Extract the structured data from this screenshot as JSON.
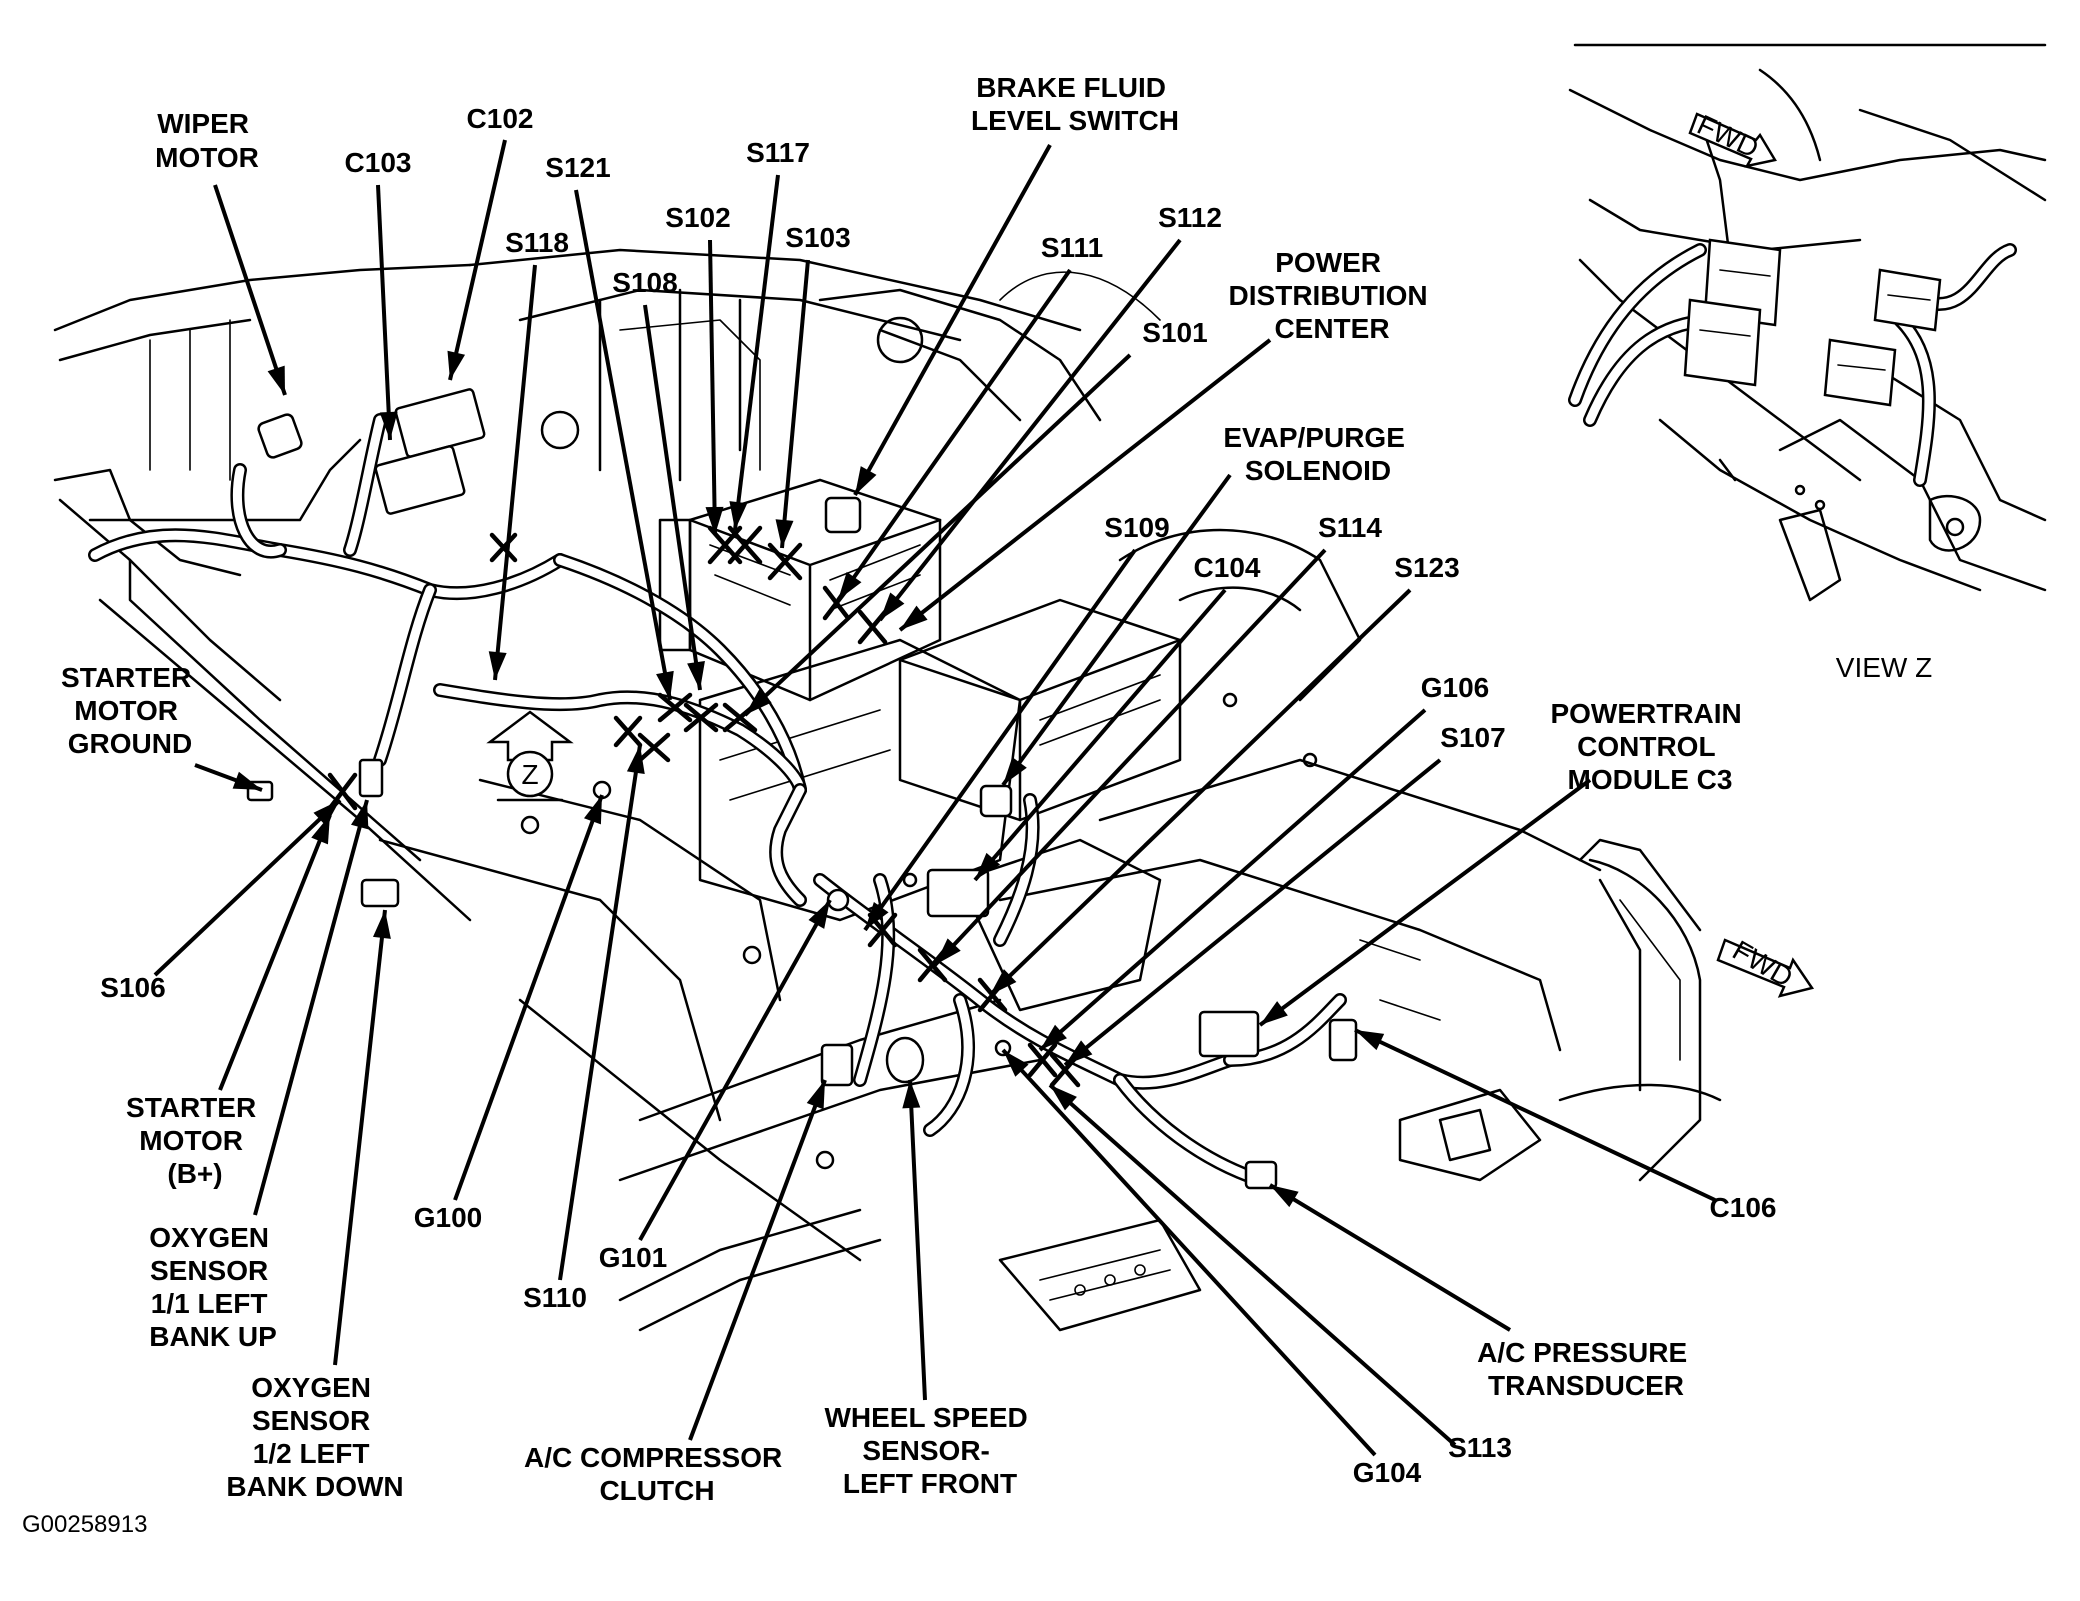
{
  "figure_id": "G00258913",
  "inset_caption": "VIEW Z",
  "inset_fwd": "FWD",
  "main_fwd": "FWD",
  "view_marker": "Z",
  "callouts": [
    {
      "key": "wiper_motor",
      "lines": [
        "WIPER",
        "MOTOR"
      ]
    },
    {
      "key": "c102",
      "lines": [
        "C102"
      ]
    },
    {
      "key": "c103",
      "lines": [
        "C103"
      ]
    },
    {
      "key": "s121",
      "lines": [
        "S121"
      ]
    },
    {
      "key": "s117",
      "lines": [
        "S117"
      ]
    },
    {
      "key": "brake_fluid",
      "lines": [
        "BRAKE FLUID",
        "LEVEL SWITCH"
      ]
    },
    {
      "key": "s102",
      "lines": [
        "S102"
      ]
    },
    {
      "key": "s103",
      "lines": [
        "S103"
      ]
    },
    {
      "key": "s118",
      "lines": [
        "S118"
      ]
    },
    {
      "key": "s108",
      "lines": [
        "S108"
      ]
    },
    {
      "key": "s111",
      "lines": [
        "S111"
      ]
    },
    {
      "key": "s112",
      "lines": [
        "S112"
      ]
    },
    {
      "key": "pdc",
      "lines": [
        "POWER",
        "DISTRIBUTION",
        "CENTER"
      ]
    },
    {
      "key": "s101",
      "lines": [
        "S101"
      ]
    },
    {
      "key": "evap",
      "lines": [
        "EVAP/PURGE",
        "SOLENOID"
      ]
    },
    {
      "key": "s109",
      "lines": [
        "S109"
      ]
    },
    {
      "key": "s114",
      "lines": [
        "S114"
      ]
    },
    {
      "key": "c104",
      "lines": [
        "C104"
      ]
    },
    {
      "key": "s123",
      "lines": [
        "S123"
      ]
    },
    {
      "key": "starter_ground",
      "lines": [
        "STARTER",
        "MOTOR",
        "GROUND"
      ]
    },
    {
      "key": "g106",
      "lines": [
        "G106"
      ]
    },
    {
      "key": "pcm",
      "lines": [
        "POWERTRAIN",
        "CONTROL",
        "MODULE C3"
      ]
    },
    {
      "key": "s107",
      "lines": [
        "S107"
      ]
    },
    {
      "key": "s106",
      "lines": [
        "S106"
      ]
    },
    {
      "key": "starter_bplus",
      "lines": [
        "STARTER",
        "MOTOR",
        "(B+)"
      ]
    },
    {
      "key": "o2_11",
      "lines": [
        "OXYGEN",
        "SENSOR",
        "1/1 LEFT",
        "BANK UP"
      ]
    },
    {
      "key": "g100",
      "lines": [
        "G100"
      ]
    },
    {
      "key": "g101",
      "lines": [
        "G101"
      ]
    },
    {
      "key": "s110",
      "lines": [
        "S110"
      ]
    },
    {
      "key": "c106",
      "lines": [
        "C106"
      ]
    },
    {
      "key": "ac_pressure",
      "lines": [
        "A/C PRESSURE",
        "TRANSDUCER"
      ]
    },
    {
      "key": "o2_12",
      "lines": [
        "OXYGEN",
        "SENSOR",
        "1/2 LEFT",
        "BANK DOWN"
      ]
    },
    {
      "key": "ac_clutch",
      "lines": [
        "A/C COMPRESSOR",
        "CLUTCH"
      ]
    },
    {
      "key": "wheel_speed",
      "lines": [
        "WHEEL SPEED",
        "SENSOR-",
        "LEFT FRONT"
      ]
    },
    {
      "key": "g104",
      "lines": [
        "G104"
      ]
    },
    {
      "key": "s113",
      "lines": [
        "S113"
      ]
    }
  ]
}
